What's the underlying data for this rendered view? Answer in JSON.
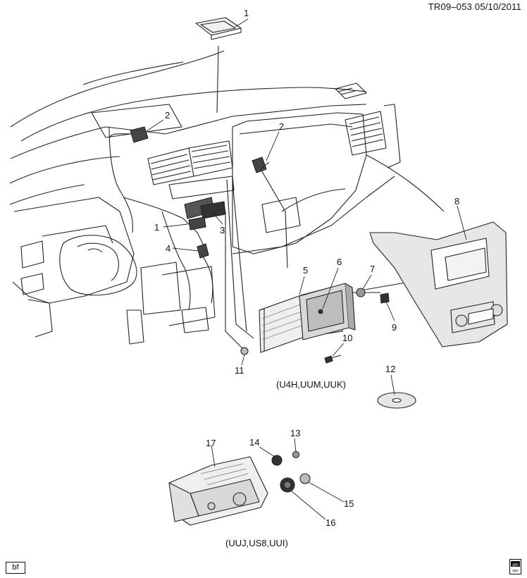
{
  "header": {
    "ref": "TR09–053  05/10/2011"
  },
  "captions": {
    "upper": "(U4H,UUM,UUK)",
    "lower": "(UUJ,US8,UUI)"
  },
  "callouts": [
    "1",
    "2",
    "2",
    "1",
    "3",
    "4",
    "5",
    "6",
    "7",
    "8",
    "9",
    "10",
    "11",
    "12",
    "13",
    "14",
    "15",
    "16",
    "17"
  ],
  "footer": {
    "badge": "bf",
    "logo_text": "gm spo",
    "logo_icon": "gm-spo-logo-icon"
  }
}
